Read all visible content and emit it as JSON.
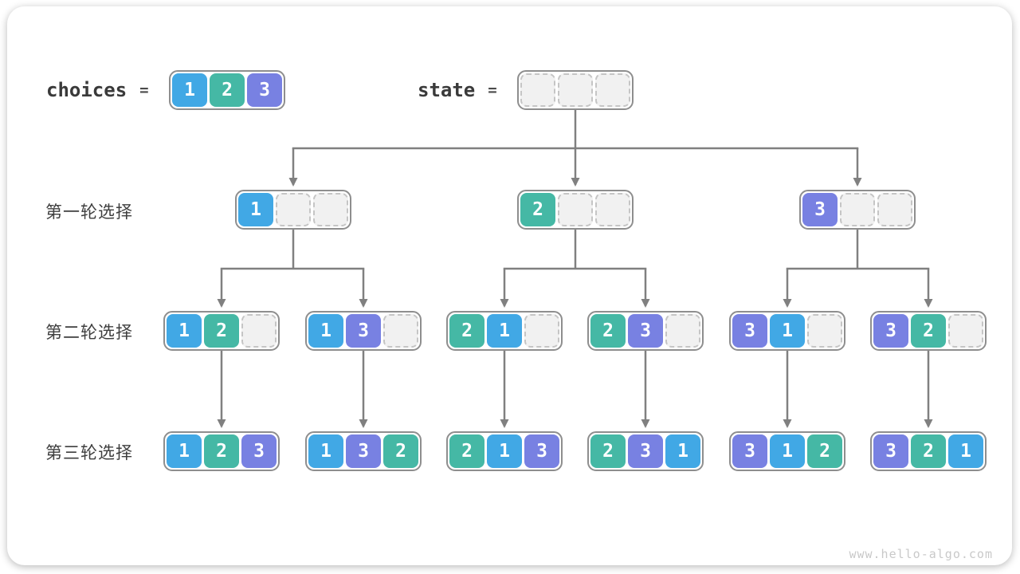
{
  "palette": {
    "cell_colors": {
      "1": "#41a8e5",
      "2": "#45b8a5",
      "3": "#7881e2"
    },
    "arrow": "#808080",
    "node_border": "#8e8e8e",
    "empty_cell_bg": "#f1f1f1",
    "empty_cell_border": "#c5c5c5"
  },
  "header": {
    "choices_label": "choices",
    "equals": "=",
    "choices": [
      1,
      2,
      3
    ],
    "state_label": "state",
    "state": [
      null,
      null,
      null
    ]
  },
  "rows": [
    {
      "label": "第一轮选择",
      "nodes": [
        [
          1,
          null,
          null
        ],
        [
          2,
          null,
          null
        ],
        [
          3,
          null,
          null
        ]
      ]
    },
    {
      "label": "第二轮选择",
      "nodes": [
        [
          1,
          2,
          null
        ],
        [
          1,
          3,
          null
        ],
        [
          2,
          1,
          null
        ],
        [
          2,
          3,
          null
        ],
        [
          3,
          1,
          null
        ],
        [
          3,
          2,
          null
        ]
      ]
    },
    {
      "label": "第三轮选择",
      "nodes": [
        [
          1,
          2,
          3
        ],
        [
          1,
          3,
          2
        ],
        [
          2,
          1,
          3
        ],
        [
          2,
          3,
          1
        ],
        [
          3,
          1,
          2
        ],
        [
          3,
          2,
          1
        ]
      ]
    }
  ],
  "watermark": "www.hello-algo.com"
}
